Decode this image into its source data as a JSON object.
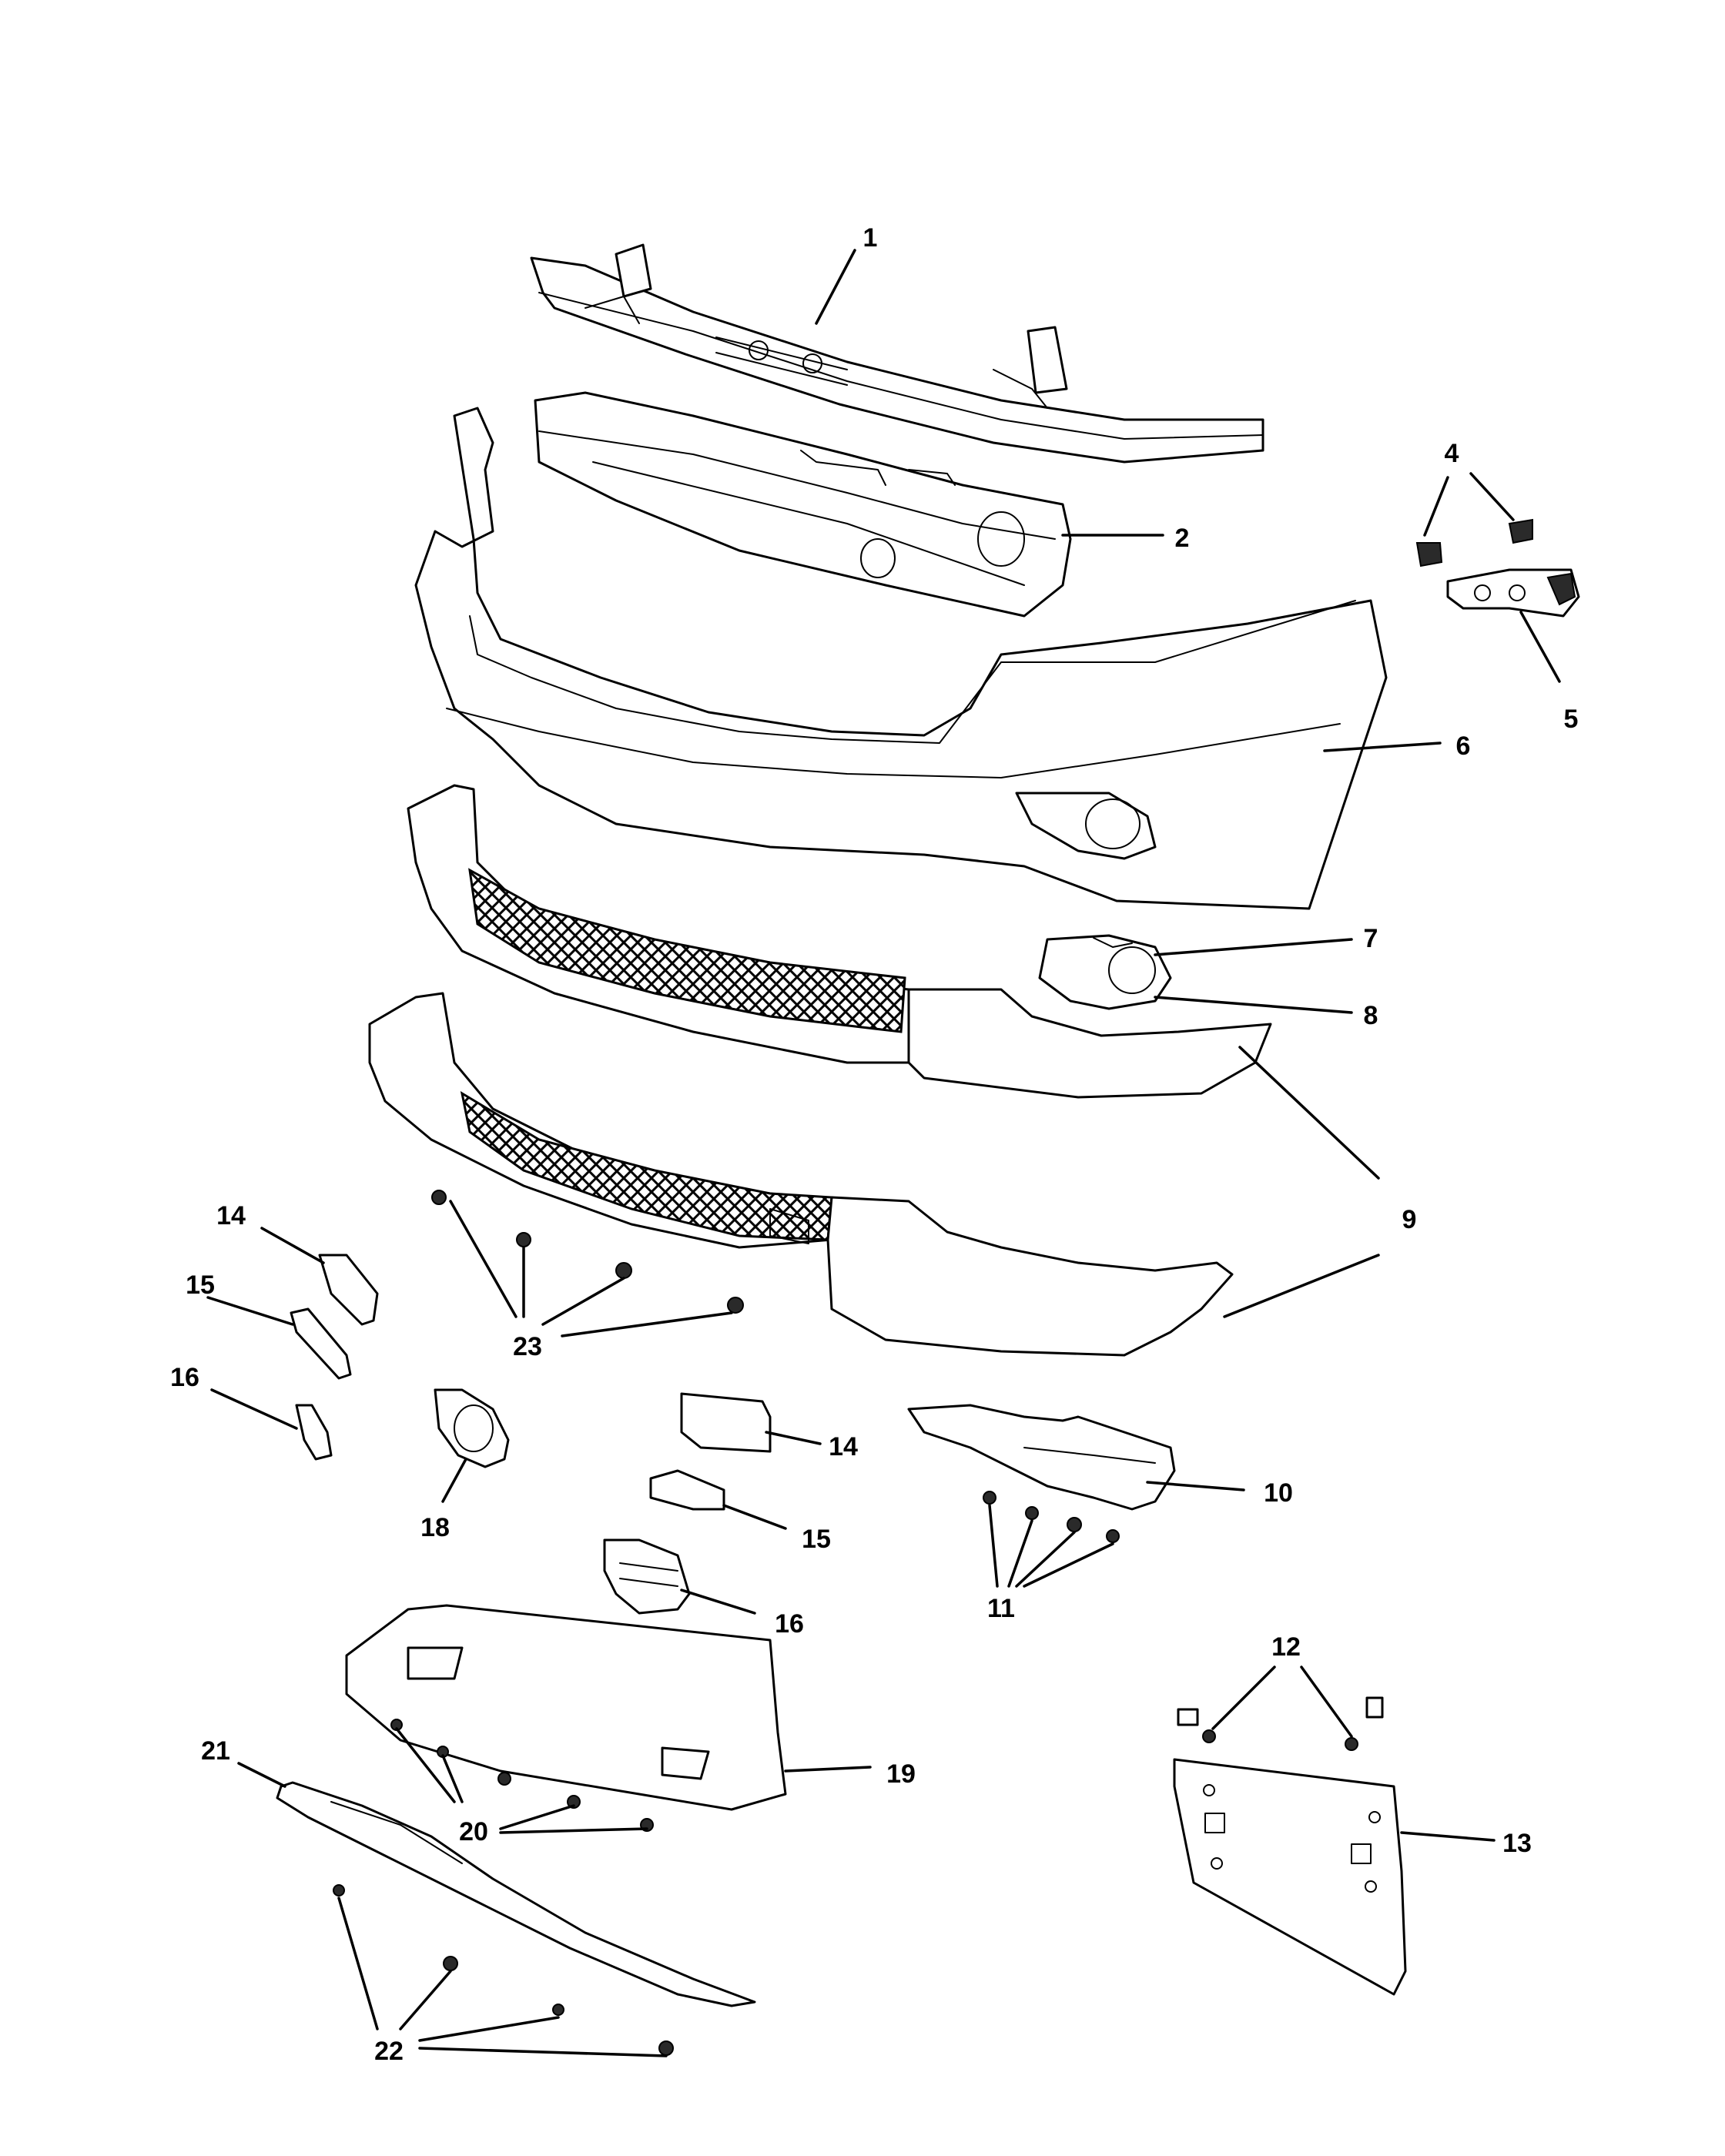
{
  "callouts": {
    "c1": "1",
    "c2": "2",
    "c4": "4",
    "c5": "5",
    "c6": "6",
    "c7": "7",
    "c8": "8",
    "c9": "9",
    "c10": "10",
    "c11": "11",
    "c12": "12",
    "c13": "13",
    "c14a": "14",
    "c14b": "14",
    "c15a": "15",
    "c15b": "15",
    "c16a": "16",
    "c16b": "16",
    "c18": "18",
    "c19": "19",
    "c20": "20",
    "c21": "21",
    "c22": "22",
    "c23": "23"
  }
}
